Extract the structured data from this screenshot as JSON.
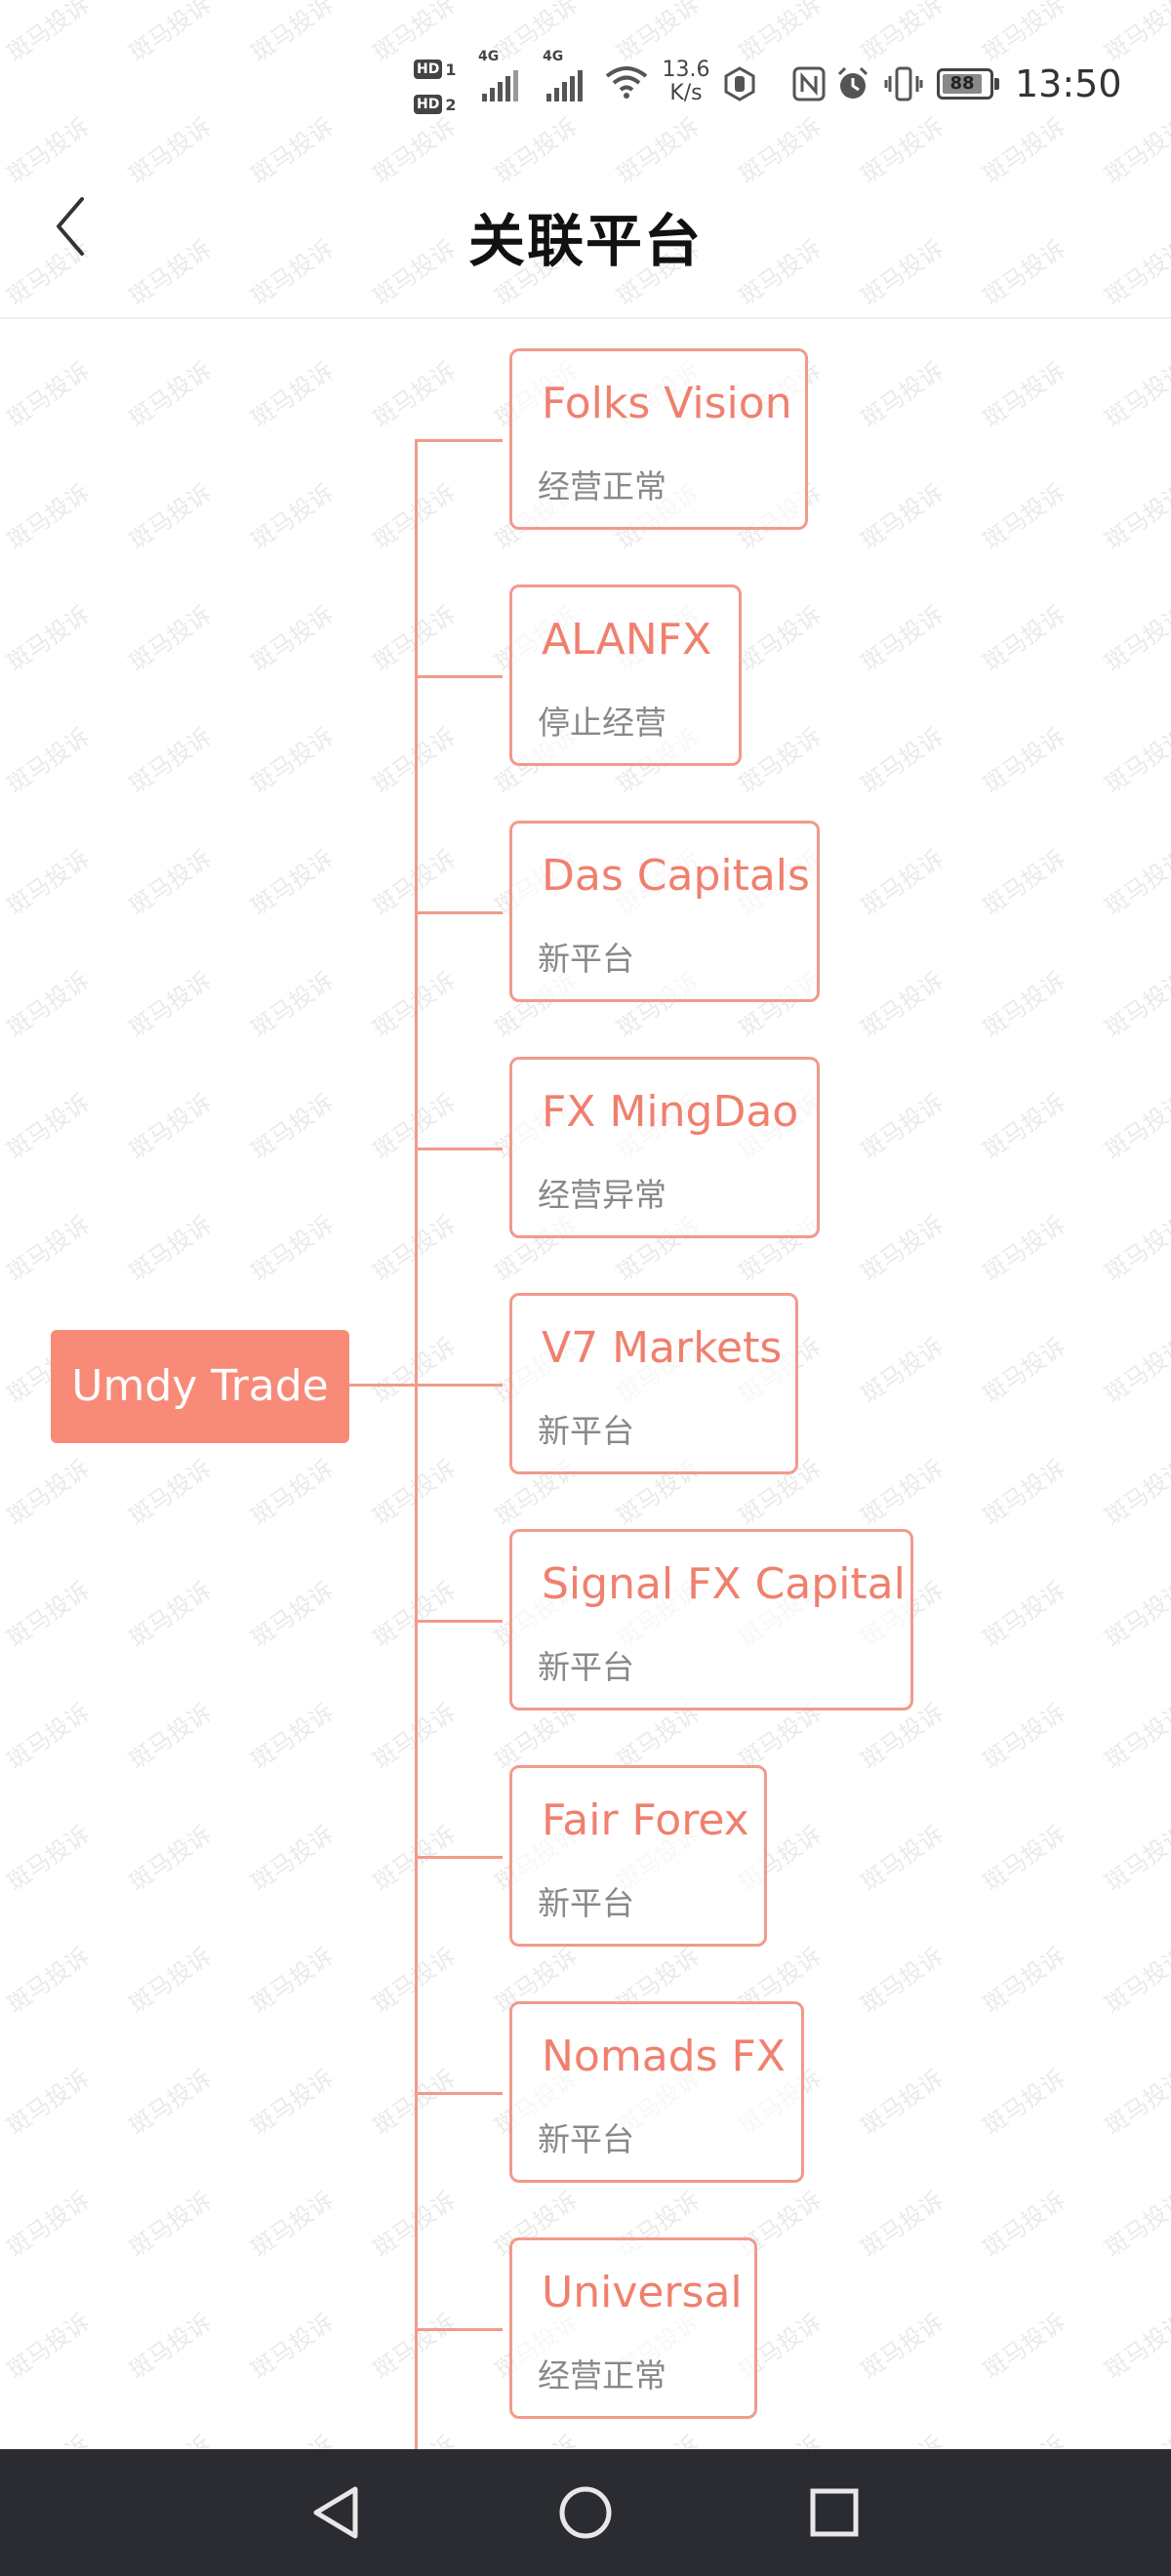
{
  "status_bar": {
    "hd1": "HD",
    "hd1_num": "1",
    "hd2": "HD",
    "hd2_num": "2",
    "net1": "4G",
    "net2": "4G",
    "speed_value": "13.6",
    "speed_unit": "K/s",
    "battery": "88",
    "time": "13:50"
  },
  "header": {
    "title": "关联平台",
    "back_icon": "chevron-left-icon"
  },
  "watermark": "斑马投诉",
  "root": {
    "name": "Umdy Trade"
  },
  "platforms": [
    {
      "name": "Folks Vision",
      "status": "经营正常"
    },
    {
      "name": "ALANFX",
      "status": "停止经营"
    },
    {
      "name": "Das Capitals",
      "status": "新平台"
    },
    {
      "name": "FX MingDao",
      "status": "经营异常"
    },
    {
      "name": "V7 Markets",
      "status": "新平台"
    },
    {
      "name": "Signal FX Capital",
      "status": "新平台"
    },
    {
      "name": "Fair Forex",
      "status": "新平台"
    },
    {
      "name": "Nomads FX",
      "status": "新平台"
    },
    {
      "name": "Universal",
      "status": "经营正常"
    }
  ],
  "colors": {
    "accent": "#f88a78",
    "line": "#f29a8b",
    "node_text": "#f0806e",
    "status_text": "#888888",
    "nav_bg": "#2b2c31"
  },
  "nav": {
    "back_icon": "triangle-back-icon",
    "home_icon": "circle-home-icon",
    "recents_icon": "square-recents-icon"
  }
}
